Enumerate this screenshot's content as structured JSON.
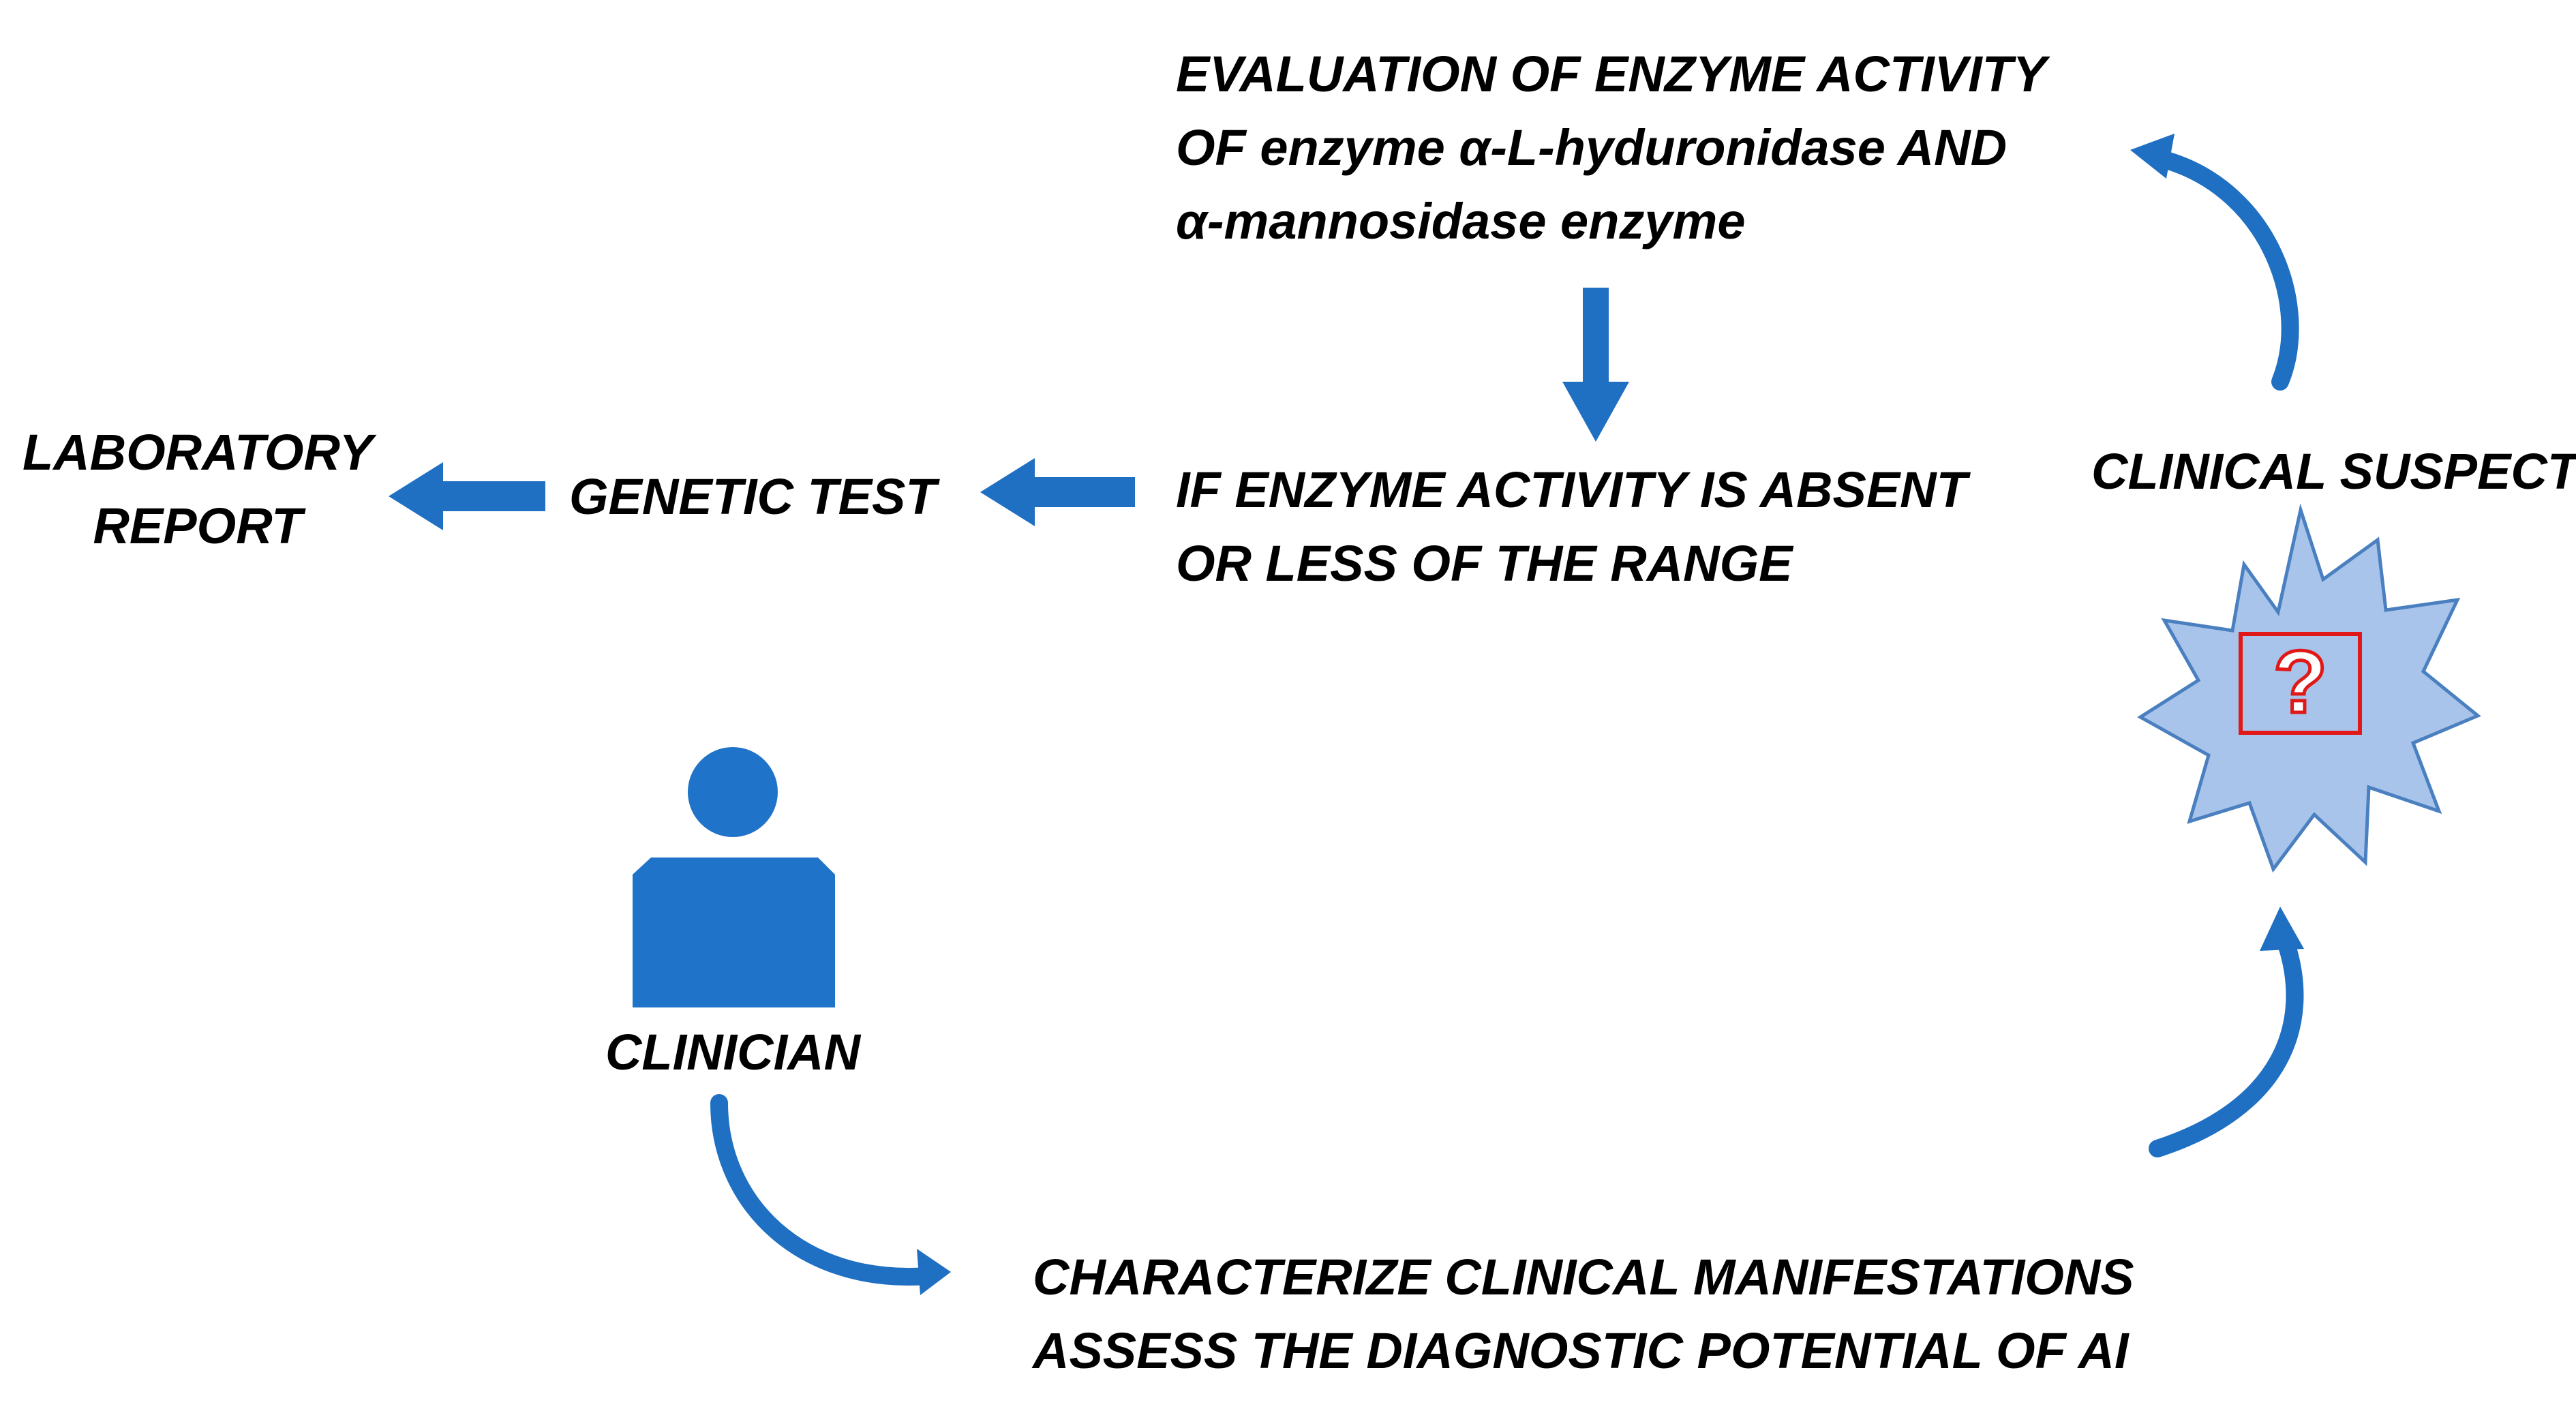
{
  "labels": {
    "evaluation": [
      "EVALUATION OF ENZYME ACTIVITY",
      "OF enzyme α-L-hyduronidase AND",
      "α-mannosidase enzyme"
    ],
    "if_absent": [
      "IF ENZYME ACTIVITY IS ABSENT",
      "OR LESS OF THE RANGE"
    ],
    "genetic_test": "GENETIC TEST",
    "laboratory_report": [
      "LABORATORY",
      "REPORT"
    ],
    "clinical_suspect": "CLINICAL SUSPECT",
    "clinician": "CLINICIAN",
    "characterize": [
      "CHARACTERIZE  CLINICAL MANIFESTATIONS",
      "ASSESS THE DIAGNOSTIC POTENTIAL  OF AI"
    ],
    "question_mark": "?"
  },
  "colors": {
    "arrow_blue": "#1f6fc2",
    "person_blue": "#1f73c8",
    "starburst_fill": "#a9c4ea",
    "starburst_stroke": "#4a7fc0",
    "question_red": "#e01818"
  },
  "icons": {
    "person": "person-icon",
    "starburst": "starburst-icon",
    "question": "question-mark-icon"
  }
}
